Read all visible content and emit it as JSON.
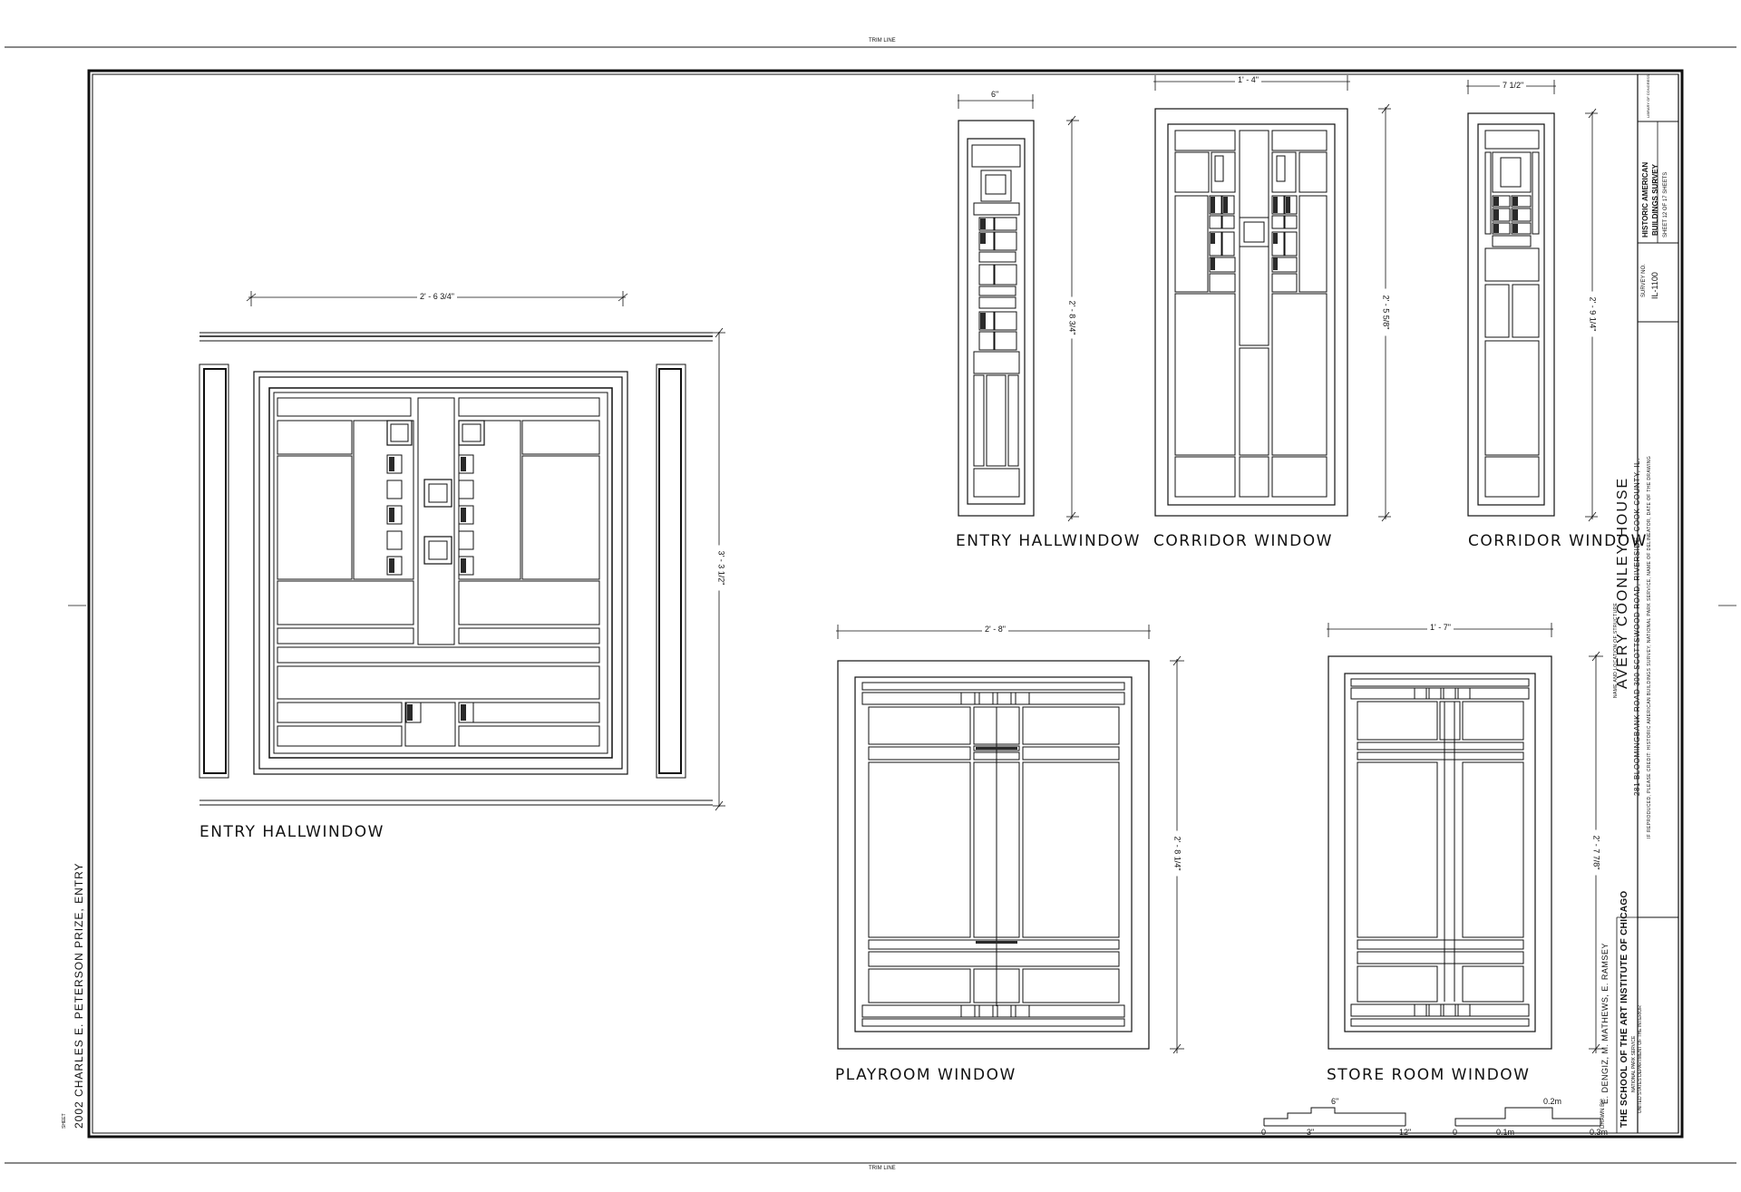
{
  "trim": {
    "top": "TRIM LINE",
    "bottom": "TRIM LINE"
  },
  "views": {
    "entry_large": {
      "label": "ENTRY HALLWINDOW",
      "width_dim": "2' - 6 3/4\"",
      "height_dim": "3' - 3 1/2\""
    },
    "entry_small": {
      "label": "ENTRY HALLWINDOW",
      "width_dim": "6\"",
      "height_dim": "2' - 8 3/4\""
    },
    "corridor_wide": {
      "label": "CORRIDOR  WINDOW",
      "width_dim": "1' - 4\"",
      "height_dim": "2' - 5 5/8\""
    },
    "corridor_narrow": {
      "label": "CORRIDOR WINDOW",
      "width_dim": "7 1/2\"",
      "height_dim": "2' - 9 1/4\""
    },
    "playroom": {
      "label": "PLAYROOM WINDOW",
      "width_dim": "2' - 8\"",
      "height_dim": "2' - 8 1/4\""
    },
    "storeroom": {
      "label": "STORE ROOM WINDOW",
      "width_dim": "1' - 7\"",
      "height_dim": "2' - 7 7/8\""
    }
  },
  "title_block": {
    "name_caption": "NAME AND LOCATION OF STRUCTURE",
    "title": "AVERY COONLEY HOUSE",
    "address": "281 BLOOMINGBANK ROAD  300 SCOTTSWOOD ROAD, RIVERSIDE, COOK COUNTY, IL.",
    "credit": "IF REPRODUCED, PLEASE CREDIT: HISTORIC AMERICAN BUILDINGS SURVEY, NATIONAL PARK SERVICE, NAME OF DELINEATOR, DATE OF THE DRAWING",
    "drawn_by_prefix": "DRAWN BY:",
    "drawn_by": "E. DENGIZ, M. MATHEWS, E. RAMSEY",
    "school": "THE SCHOOL OF THE ART INSTITUTE OF CHICAGO",
    "nps": "NATIONAL PARK SERVICE",
    "doi": "UNITED STATES DEPARTMENT OF THE INTERIOR",
    "survey_no_label": "SURVEY NO.",
    "survey_no": "IL-1100",
    "habs_1": "HISTORIC AMERICAN",
    "habs_2": "BUILDINGS SURVEY",
    "sheet": "SHEET 12 OF 17 SHEETS",
    "library": "LIBRARY OF CONGRESS",
    "prize": "2002 CHARLES E. PETERSON PRIZE, ENTRY",
    "prize_small": "SHEET"
  },
  "scales": {
    "imperial": {
      "top": "6\"",
      "labels": [
        "0",
        "3\"",
        "12\""
      ]
    },
    "metric": {
      "top": "0.2m",
      "labels": [
        "0",
        "0.1m",
        "0.3m"
      ]
    }
  }
}
